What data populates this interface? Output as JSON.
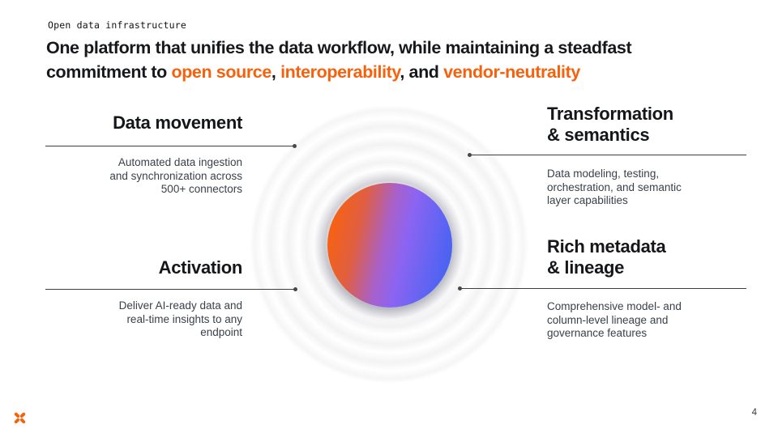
{
  "slide": {
    "eyebrow": "Open data infrastructure",
    "headline": {
      "segments": [
        {
          "text": "One platform that unifies the data workflow, while maintaining a steadfast\ncommitment to ",
          "style": "dark"
        },
        {
          "text": "open source",
          "style": "orange"
        },
        {
          "text": ", ",
          "style": "dark"
        },
        {
          "text": "interoperability",
          "style": "orange"
        },
        {
          "text": ", and ",
          "style": "dark"
        },
        {
          "text": "vendor-neutrality",
          "style": "orange"
        }
      ]
    },
    "quadrants": [
      {
        "id": "data-movement",
        "title": "Data movement",
        "body": "Automated data ingestion\nand synchronization across\n500+ connectors",
        "align": "right"
      },
      {
        "id": "transformation-semantics",
        "title": "Transformation\n& semantics",
        "body": "Data modeling, testing,\norchestration, and semantic\nlayer capabilities",
        "align": "left"
      },
      {
        "id": "activation",
        "title": "Activation",
        "body": "Deliver AI-ready data and\nreal-time insights to any\nendpoint",
        "align": "right"
      },
      {
        "id": "rich-metadata-lineage",
        "title": "Rich metadata\n& lineage",
        "body": "Comprehensive model- and\ncolumn-level lineage and\ngovernance features",
        "align": "left"
      }
    ],
    "graphic": {
      "type": "gradient-sphere-with-ripple-rings",
      "sphere_gradient": [
        "#FF6200",
        "#E05F42",
        "#8B64F2",
        "#3F63F2"
      ]
    },
    "footer": {
      "logo_icon": "airbyte-x-logo",
      "logo_color": "#F8610C",
      "page_number": "4"
    },
    "colors": {
      "accent_orange": "#F8610C",
      "headline_text": "#17181B",
      "body_text": "#39414A",
      "connector_line": "#3E3E3E",
      "background": "#FFFFFF"
    }
  }
}
